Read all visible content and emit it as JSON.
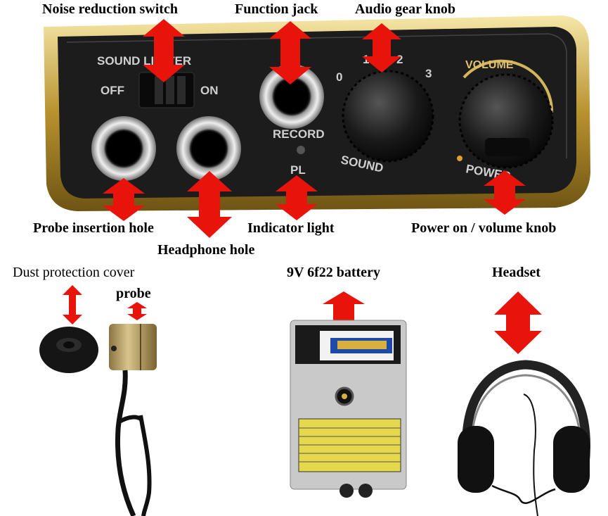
{
  "labels": {
    "noise_switch": "Noise reduction switch",
    "function_jack": "Function jack",
    "audio_gear_knob": "Audio gear knob",
    "probe_hole": "Probe insertion hole",
    "headphone_hole": "Headphone hole",
    "indicator_light": "Indicator light",
    "power_volume_knob": "Power on / volume knob",
    "dust_cover": "Dust protection cover",
    "probe": "probe",
    "battery": "9V 6f22 battery",
    "headset": "Headset"
  },
  "panel_text": {
    "sound_limiter": "SOUND LIMITER",
    "off": "OFF",
    "on": "ON",
    "record": "RECORD",
    "pl": "PL",
    "volume": "VOLUME",
    "sound": "SOUND",
    "power": "POWER",
    "dial_0": "0",
    "dial_1": "1",
    "dial_2": "2",
    "dial_3": "3"
  },
  "colors": {
    "arrow": "#e8140c",
    "panel": "#1e1e1e",
    "gold_trim": "#c8a448"
  }
}
